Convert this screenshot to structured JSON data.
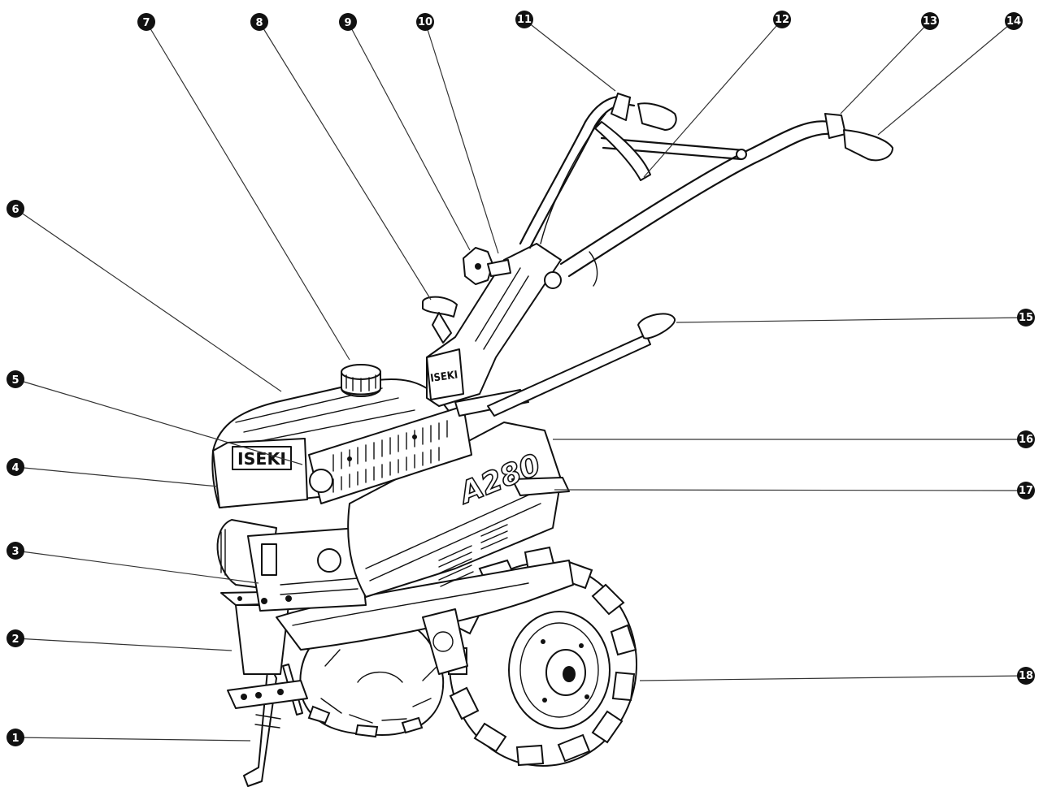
{
  "diagram": {
    "brand_mark_front": "ISEKI",
    "brand_mark_column": "ISEKI",
    "model_mark": "A280",
    "callouts": [
      {
        "id": "1",
        "glyph": "1"
      },
      {
        "id": "2",
        "glyph": "2"
      },
      {
        "id": "3",
        "glyph": "3"
      },
      {
        "id": "4",
        "glyph": "4"
      },
      {
        "id": "5",
        "glyph": "5"
      },
      {
        "id": "6",
        "glyph": "6"
      },
      {
        "id": "7",
        "glyph": "7"
      },
      {
        "id": "8",
        "glyph": "8"
      },
      {
        "id": "9",
        "glyph": "9"
      },
      {
        "id": "10",
        "glyph": "10"
      },
      {
        "id": "11",
        "glyph": "11"
      },
      {
        "id": "12",
        "glyph": "12"
      },
      {
        "id": "13",
        "glyph": "13"
      },
      {
        "id": "14",
        "glyph": "14"
      },
      {
        "id": "15",
        "glyph": "15"
      },
      {
        "id": "16",
        "glyph": "16"
      },
      {
        "id": "17",
        "glyph": "17"
      },
      {
        "id": "18",
        "glyph": "18"
      }
    ],
    "colors": {
      "ink": "#111111",
      "paper": "#ffffff"
    }
  }
}
